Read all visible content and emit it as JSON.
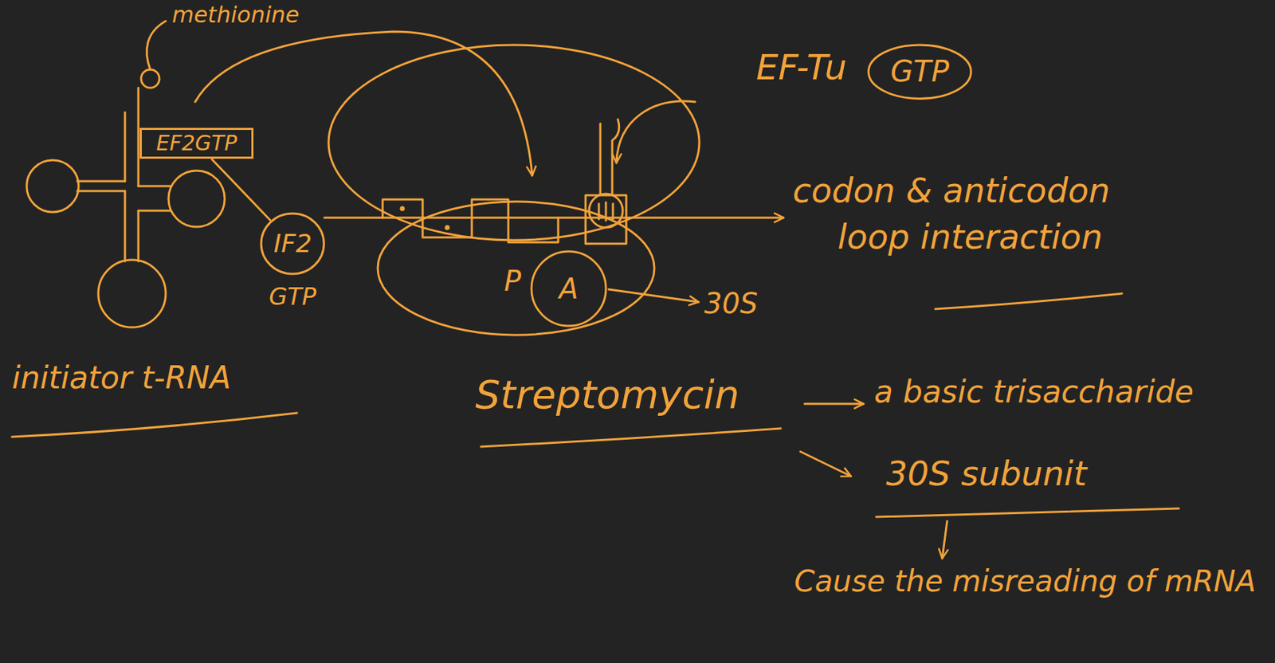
{
  "diagram": {
    "nodes": [
      {
        "text": [
          "EF2GTP"
        ]
      },
      {
        "text": [
          "IF2"
        ]
      },
      {
        "text": [
          "A"
        ]
      },
      {
        "text": [
          "GTP"
        ]
      }
    ],
    "edges": [
      {
        "from": 0,
        "to": 1,
        "arrow": "none"
      }
    ],
    "labels": [
      "methionine",
      "EF-Tu",
      "codon & anticodon loop interaction",
      "P",
      "30S",
      "GTP",
      "initiator t-RNA",
      "Streptomycin",
      "a basic trisaccharide",
      "30S subunit",
      "Cause the misreading of mRNA"
    ]
  }
}
